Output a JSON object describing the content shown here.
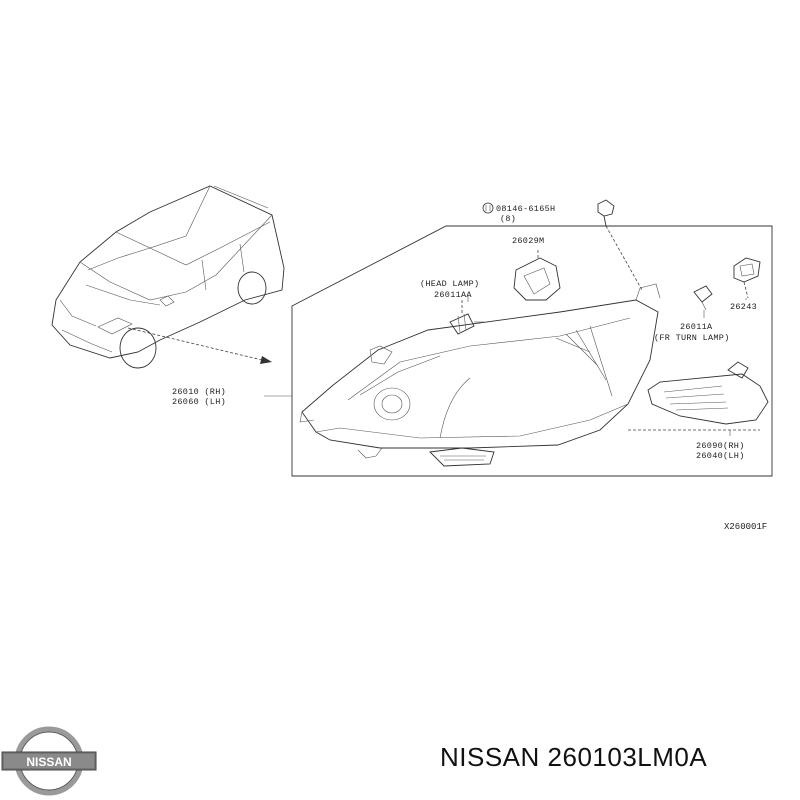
{
  "diagram": {
    "labels": {
      "bolt": "08146-6165H",
      "bolt_qty": "(8)",
      "part_26029m": "26029M",
      "head_lamp": "(HEAD LAMP)",
      "part_26011aa": "26011AA",
      "part_26243": "26243",
      "part_26011a": "26011A",
      "fr_turn_lamp": "(FR TURN LAMP)",
      "part_26010": "26010 (RH)",
      "part_26060": "26060 (LH)",
      "part_26090": "26090(RH)",
      "part_26040": "26040(LH)"
    },
    "ref_code": "X260001F"
  },
  "logo": {
    "text": "NISSAN"
  },
  "caption": {
    "brand": "NISSAN",
    "part_number": "260103LM0A"
  }
}
